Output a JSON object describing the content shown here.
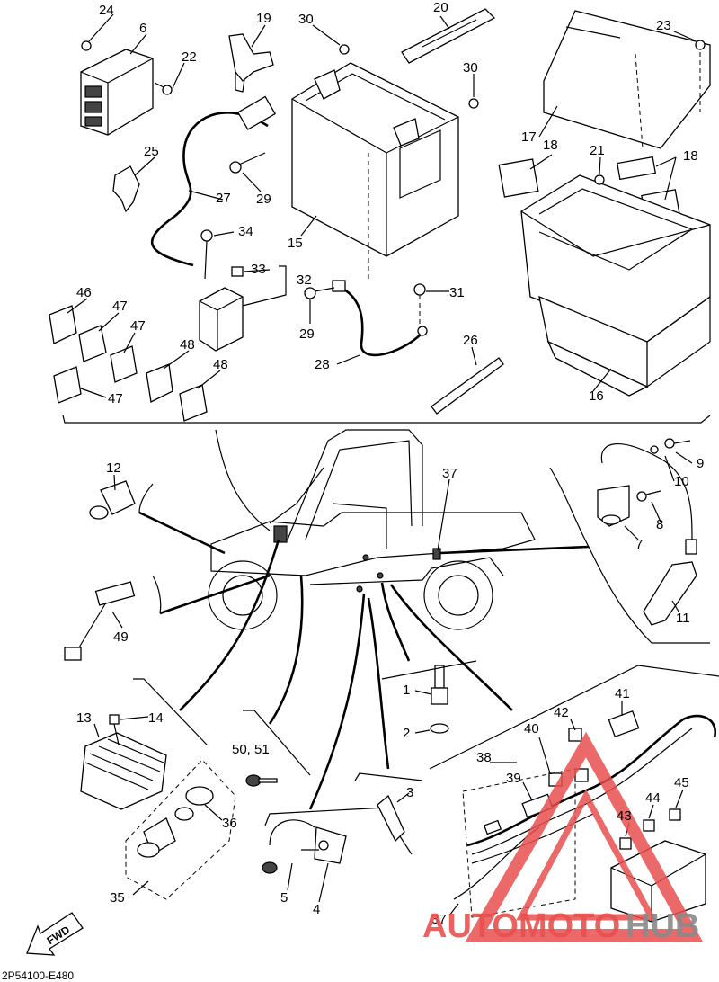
{
  "diagram_code": "2P54100-E480",
  "fwd_label": "FWD",
  "watermark": {
    "text_part1": "AUTOMOTO",
    "text_part2": "HUB",
    "color_red": "#e8514f",
    "color_gray": "#8a8a8a"
  },
  "callouts": {
    "c1": "1",
    "c2": "2",
    "c3": "3",
    "c4": "4",
    "c5": "5",
    "c6": "6",
    "c7": "7",
    "c8": "8",
    "c9": "9",
    "c10": "10",
    "c11": "11",
    "c12": "12",
    "c13": "13",
    "c14": "14",
    "c15": "15",
    "c16": "16",
    "c17": "17",
    "c18a": "18",
    "c18b": "18",
    "c19": "19",
    "c20": "20",
    "c21": "21",
    "c22": "22",
    "c23": "23",
    "c24": "24",
    "c25": "25",
    "c26": "26",
    "c27": "27",
    "c28": "28",
    "c29a": "29",
    "c29b": "29",
    "c30a": "30",
    "c30b": "30",
    "c31": "31",
    "c32": "32",
    "c33": "33",
    "c34": "34",
    "c35": "35",
    "c36": "36",
    "c37a": "37",
    "c37b": "37",
    "c38": "38",
    "c39": "39",
    "c40": "40",
    "c41": "41",
    "c42": "42",
    "c43": "43",
    "c44": "44",
    "c45": "45",
    "c46": "46",
    "c47a": "47",
    "c47b": "47",
    "c47c": "47",
    "c48a": "48",
    "c48b": "48",
    "c49": "49",
    "c50_51": "50, 51"
  }
}
